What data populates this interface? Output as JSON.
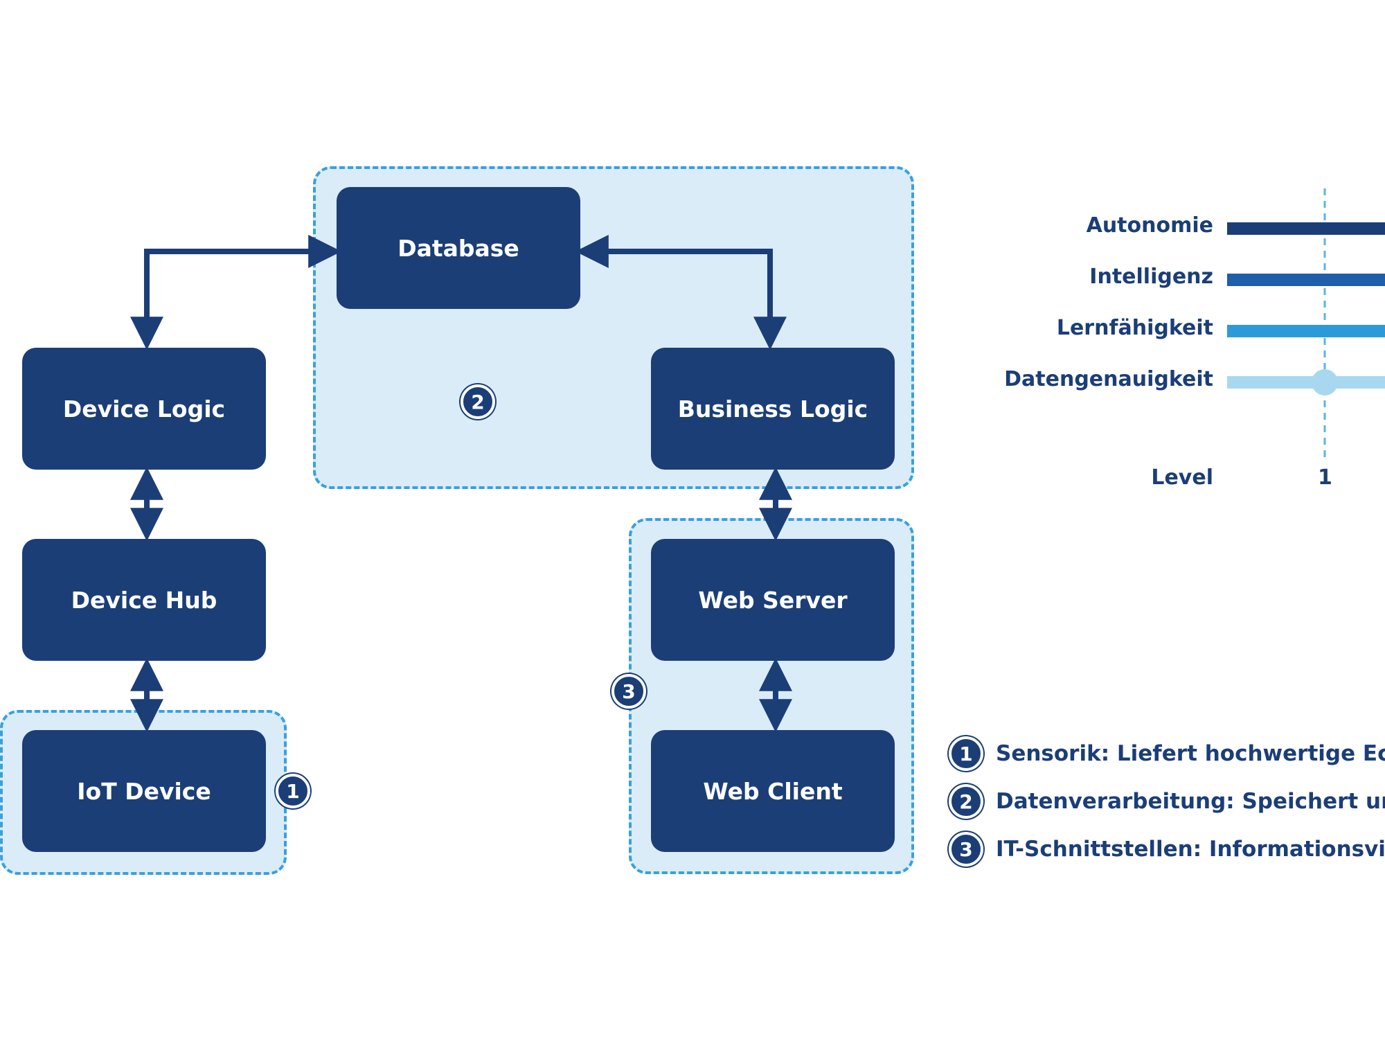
{
  "nodes": {
    "database": "Database",
    "device_logic": "Device Logic",
    "business_logic": "Business Logic",
    "device_hub": "Device Hub",
    "web_server": "Web Server",
    "iot_device": "IoT Device",
    "web_client": "Web Client"
  },
  "badges": {
    "sensorik": "1",
    "datenverarbeitung": "2",
    "it_schnittstellen": "3"
  },
  "criteria": {
    "items": [
      {
        "label": "Autonomie",
        "color": "#1b3e77"
      },
      {
        "label": "Intelligenz",
        "color": "#1f5ea8"
      },
      {
        "label": "Lernfähigkeit",
        "color": "#2c9ad8"
      },
      {
        "label": "Datengenauigkeit",
        "color": "#a8d8f0"
      }
    ],
    "level_label": "Level",
    "level_values": [
      "1"
    ]
  },
  "legend": [
    {
      "number": "1",
      "text": "Sensorik: Liefert hochwertige Echtz"
    },
    {
      "number": "2",
      "text": "Datenverarbeitung: Speichert und"
    },
    {
      "number": "3",
      "text": "IT-Schnittstellen: Informationsvisua"
    }
  ],
  "colors": {
    "node_fill": "#1b3e77",
    "group_fill": "#d9ecf8",
    "group_border": "#3aa0dc",
    "arrow": "#1b3e77"
  }
}
